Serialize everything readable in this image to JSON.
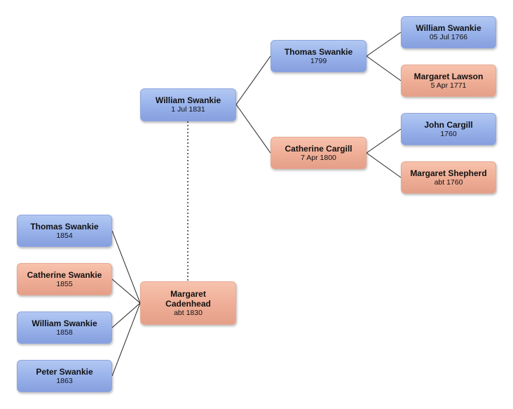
{
  "people": {
    "root": {
      "name": "William Swankie",
      "date": "1 Jul 1831"
    },
    "father": {
      "name": "Thomas Swankie",
      "date": "1799"
    },
    "mother": {
      "name": "Catherine Cargill",
      "date": "7 Apr 1800"
    },
    "paternal_grandfather": {
      "name": "William Swankie",
      "date": "05 Jul 1766"
    },
    "paternal_grandmother": {
      "name": "Margaret Lawson",
      "date": "5 Apr 1771"
    },
    "maternal_grandfather": {
      "name": "John Cargill",
      "date": "1760"
    },
    "maternal_grandmother": {
      "name": "Margaret Shepherd",
      "date": "abt 1760"
    },
    "spouse": {
      "name_line1": "Margaret",
      "name_line2": "Cadenhead",
      "date": "abt 1830"
    },
    "children": [
      {
        "name": "Thomas Swankie",
        "date": "1854"
      },
      {
        "name": "Catherine Swankie",
        "date": "1855"
      },
      {
        "name": "William Swankie",
        "date": "1858"
      },
      {
        "name": "Peter Swankie",
        "date": "1863"
      }
    ]
  },
  "colors": {
    "male": "#97b1ea",
    "female": "#efad96",
    "line": "#222222",
    "spouse_link": "#666666"
  }
}
